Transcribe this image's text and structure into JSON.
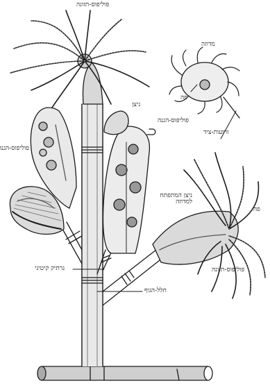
{
  "labels": {
    "feeding_polyp_top": "פוליפוס-תזונה",
    "medusa": "מדוזה",
    "mouth_medusa": "פה",
    "tentacle_medusa": "זרועות-ציד",
    "bud": "ניצן",
    "reproductive_polyp_mid": "פוליפוס-הגנה",
    "reproductive_polyp_left": "פוליפוס-הגנה",
    "developing_bud": "ניצן המתפתח למדוזה",
    "mouth_right": "פה",
    "feeding_polyp_right": "פוליפוס-תזונה",
    "perisarc": "נרתיק קיטיני",
    "coenosarc": "חלל-הגוף"
  },
  "colors": {
    "ink": "#1a1a1a",
    "body": "#c9c9c9",
    "shell": "#e8e8e8"
  }
}
